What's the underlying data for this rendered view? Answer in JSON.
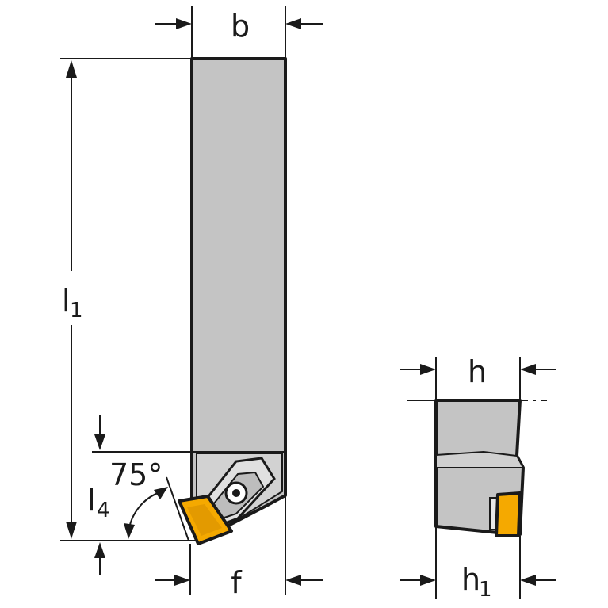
{
  "labels": {
    "b": "b",
    "l1_main": "l",
    "l1_sub": "1",
    "angle": "75°",
    "l4_main": "l",
    "l4_sub": "4",
    "f": "f",
    "h": "h",
    "h1_main": "h",
    "h1_sub": "1"
  },
  "colors": {
    "body": "#c4c4c4",
    "outline": "#1a1a1a",
    "insert": "#f5a900",
    "insert_dark": "#e39a00",
    "clamp_light": "#e8e8e8"
  }
}
